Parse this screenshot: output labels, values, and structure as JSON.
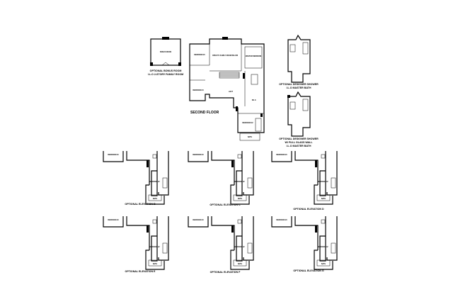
{
  "captions": {
    "bonus": [
      "OPTIONAL BONUS ROOM",
      "I.L.O 2-STORY FAMILY ROOM"
    ],
    "second_floor": "SECOND FLOOR",
    "shower1": [
      "OPTIONAL DESIGNER SHOWER",
      "I.L.O MASTER BATH"
    ],
    "shower2": [
      "OPTIONAL DESIGNER SHOWER",
      "W/ FULL GLASS WALL",
      "I.L.O MASTER BATH"
    ],
    "elevations": [
      "OPTIONAL ELEVATION B",
      "OPTIONAL ELEVATION C",
      "OPTIONAL ELEVATION D",
      "OPTIONAL ELEVATION E",
      "OPTIONAL ELEVATION F",
      "OPTIONAL ELEVATION G"
    ]
  },
  "rooms": {
    "bonus": "BONUS ROOM",
    "bedroom3": "BEDROOM #3",
    "open_family": "OPEN TO FAMILY ROOM BELOW",
    "master": "MASTER BEDROOM",
    "bedroom4": "BEDROOM #4",
    "loft": "LOFT",
    "bedroom2": "BEDROOM #2",
    "bath": "BATH",
    "wic": "W.I.C."
  }
}
